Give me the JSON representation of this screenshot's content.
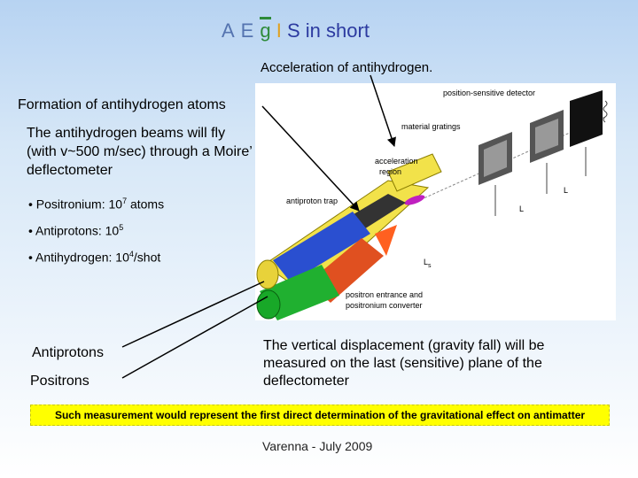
{
  "title": {
    "part1": "A E",
    "part2": "g",
    "part3": "I",
    "part4": "S in short"
  },
  "labels": {
    "acceleration": "Acceleration of antihydrogen.",
    "formation": "Formation of antihydrogen atoms",
    "beams": "The antihydrogen beams will fly (with v~500 m/sec) through a Moire’ deflectometer",
    "antiprotons": "Antiprotons",
    "positrons": "Positrons",
    "vertical": "The vertical displacement (gravity fall) will be measured on the last (sensitive) plane of the deflectometer"
  },
  "bullets": [
    {
      "text": "• Positronium: 10",
      "exp": "7",
      "suffix": " atoms"
    },
    {
      "text": "• Antiprotons: 10",
      "exp": "5",
      "suffix": ""
    },
    {
      "text": "• Antihydrogen: 10",
      "exp": "4",
      "suffix": "/shot"
    }
  ],
  "banner": "Such measurement would represent the first direct determination of the gravitational effect on antimatter",
  "footer": "Varenna - July 2009",
  "diagram": {
    "psd": "position-sensitive detector",
    "gratings": "material gratings",
    "accel1": "acceleration",
    "accel2": "region",
    "trap": "antiproton trap",
    "pos1": "positron entrance and",
    "pos2": "positronium converter",
    "L1": "L",
    "L2": "L",
    "Ls": "L",
    "Ls_sub": "s"
  },
  "colors": {
    "banner": "#ffff00",
    "title_blue": "#5574b0",
    "title_green": "#2e8b3a",
    "title_orange": "#e0a020"
  }
}
